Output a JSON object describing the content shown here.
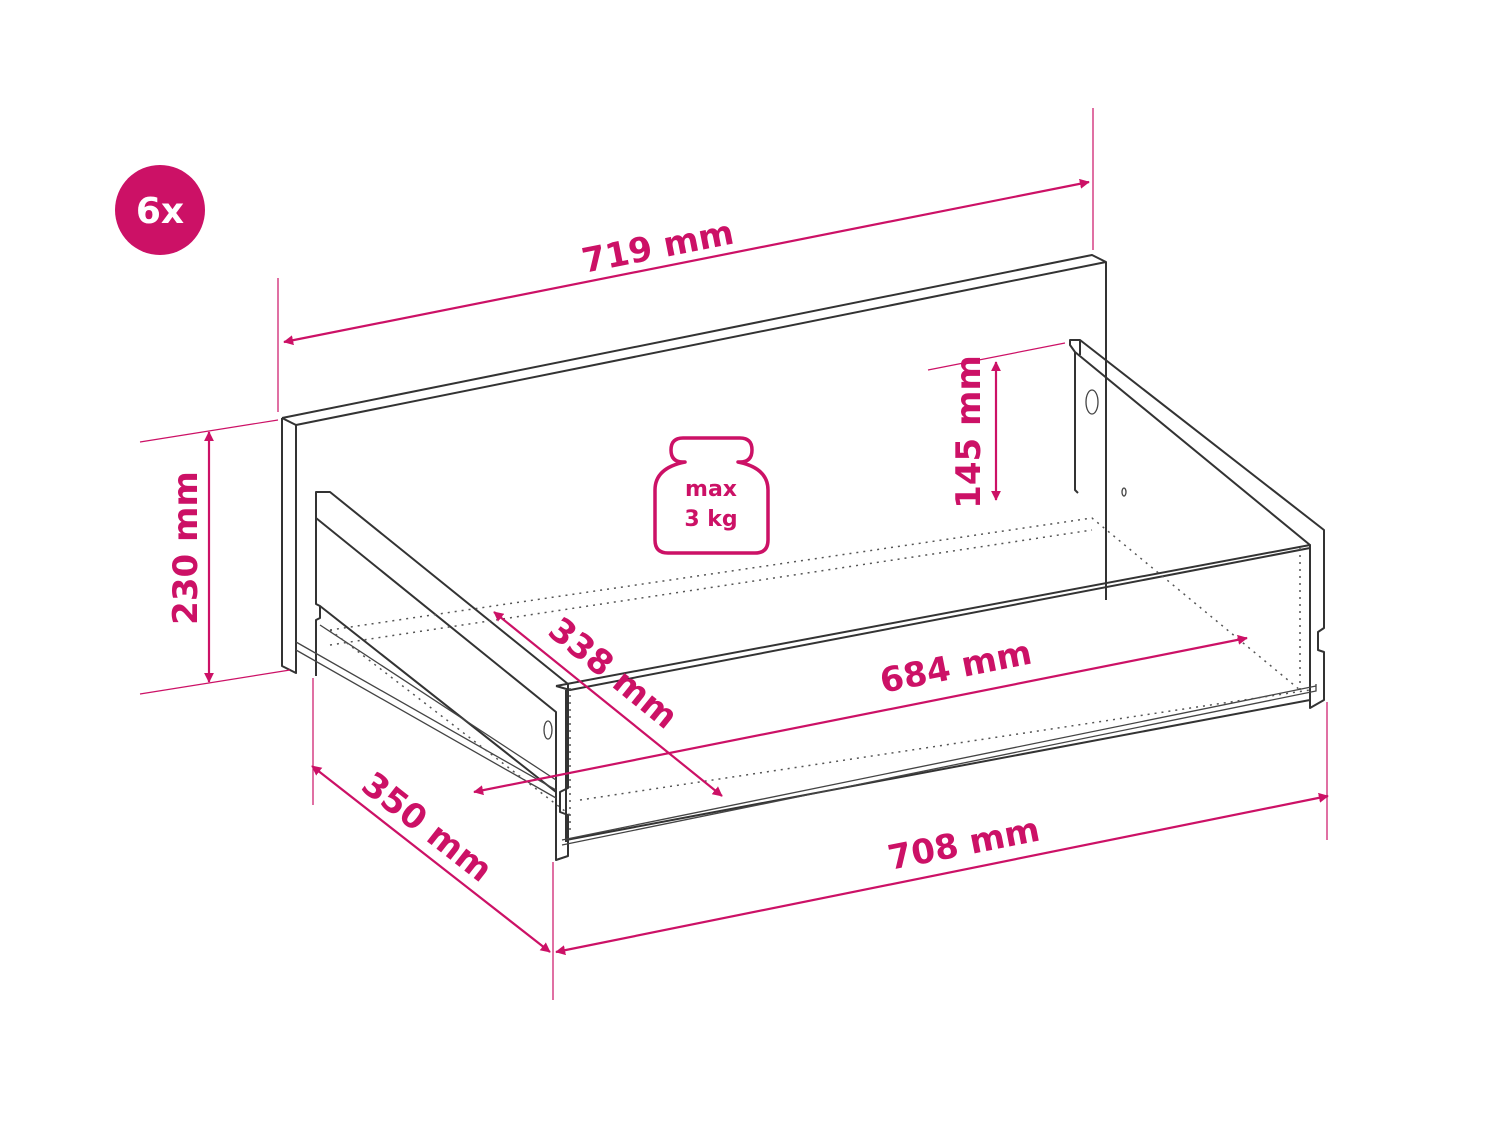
{
  "colors": {
    "accent": "#cc1166",
    "ink": "#333333"
  },
  "badge": {
    "label": "6x"
  },
  "weight": {
    "line1": "max",
    "line2": "3 kg",
    "icon": "weight-icon"
  },
  "dimensions": {
    "top_width": "719 mm",
    "height": "230 mm",
    "inner_height": "145 mm",
    "inner_depth": "338 mm",
    "inner_width": "684 mm",
    "depth": "350 mm",
    "bottom_width": "708 mm"
  }
}
